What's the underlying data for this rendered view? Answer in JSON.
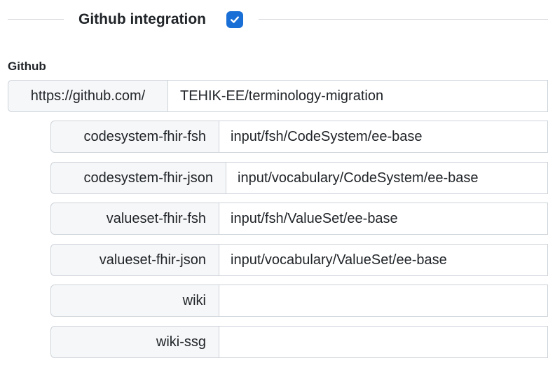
{
  "section": {
    "title": "Github integration",
    "enabled": true
  },
  "github": {
    "label": "Github",
    "base_url": "https://github.com/",
    "repo": "TEHIK-EE/terminology-migration",
    "paths": [
      {
        "key": "codesystem-fhir-fsh",
        "value": "input/fsh/CodeSystem/ee-base"
      },
      {
        "key": "codesystem-fhir-json",
        "value": "input/vocabulary/CodeSystem/ee-base"
      },
      {
        "key": "valueset-fhir-fsh",
        "value": "input/fsh/ValueSet/ee-base"
      },
      {
        "key": "valueset-fhir-json",
        "value": "input/vocabulary/ValueSet/ee-base"
      },
      {
        "key": "wiki",
        "value": ""
      },
      {
        "key": "wiki-ssg",
        "value": ""
      }
    ]
  },
  "colors": {
    "accent": "#1a6fd6",
    "addon_bg": "#f6f7f8",
    "border": "#ced4da"
  },
  "icons": {
    "checkbox": "checkmark-icon"
  }
}
